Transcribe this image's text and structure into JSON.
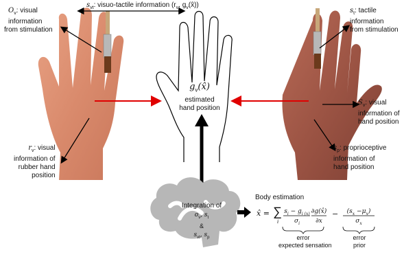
{
  "top_arrow": {
    "symbol": "s",
    "sub": "vt",
    "text": ": visuo-tactile information (r",
    "sub_r": "v",
    "mid": ", g",
    "sub_g": "v",
    "end": "(x̂))"
  },
  "labels": {
    "ov": {
      "symbol": "O",
      "sub": "v",
      "line1": ": visual",
      "line2": "information",
      "line3": "from stimulation"
    },
    "st": {
      "symbol": "s",
      "sub": "t",
      "line1": ": tactile",
      "line2": "information",
      "line3": "from stimulation"
    },
    "sv": {
      "symbol": "S",
      "sub": "v",
      "line1": ": visual",
      "line2": "information of",
      "line3": "hand position"
    },
    "sp": {
      "symbol": "s",
      "sub": "p",
      "line1": ": proprioceptive",
      "line2": "information of",
      "line3": "hand position"
    },
    "rv": {
      "symbol": "r",
      "sub": "v",
      "line1": ": visual",
      "line2": "information of",
      "line3": "rubber hand",
      "line4": "position"
    }
  },
  "center_hand": {
    "symbol": "g",
    "sub": "v",
    "arg": "(x̂)",
    "line1": "estimated",
    "line2": "hand position"
  },
  "brain": {
    "line1": "Integration of",
    "line2": "o",
    "line2_sub": "v",
    "line2_mid": ", s",
    "line2_sub2": "t",
    "line3": "&",
    "line4": "s",
    "line4_sub": "vt",
    "line4_mid": ", s",
    "line4_sub2": "p"
  },
  "formula": {
    "title": "Body estimation",
    "lhs": "x̂ =",
    "sum": "∑",
    "sum_index": "i",
    "frac1_num": "s",
    "frac1_num_sub": "i",
    "frac1_num_rest": " − g",
    "frac1_num_sub2": "i (x)",
    "frac1_den": "σ",
    "frac1_den_sub": "i",
    "frac2_num": "∂g(x̂)",
    "frac2_den": "∂x",
    "minus": "−",
    "frac3_num": "(s",
    "frac3_num_sub": "x",
    "frac3_num_mid": " −μ",
    "frac3_num_sub2": "x",
    "frac3_num_end": ")",
    "frac3_den": "σ",
    "frac3_den_sub": "x",
    "brace1_line1": "error",
    "brace1_line2": "expected sensation",
    "brace2_line1": "error",
    "brace2_line2": "prior"
  }
}
